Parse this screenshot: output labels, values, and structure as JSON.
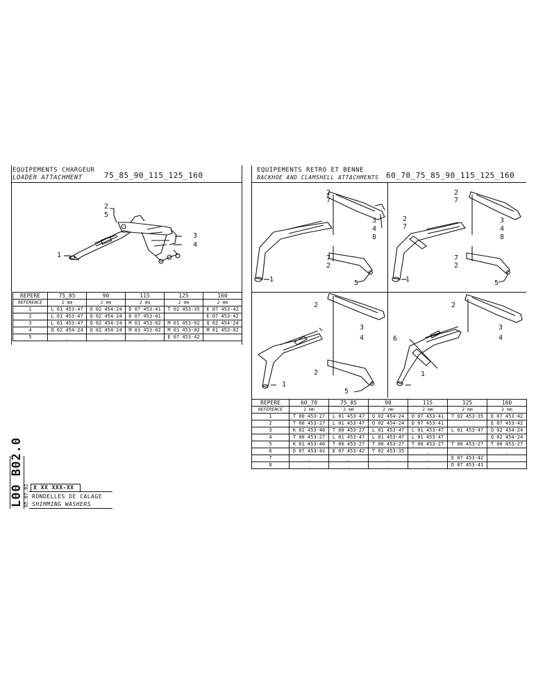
{
  "loader": {
    "title_fr": "EQUIPEMENTS  CHARGEUR",
    "title_en": "LOADER  ATTACHMENT",
    "models": "75_85_90_115_125_160",
    "callouts": [
      "1",
      "2",
      "5",
      "3",
      "4"
    ],
    "table": {
      "corner_fr": "REPERE",
      "corner_en": "REFERENCE",
      "columns": [
        "75_85",
        "90",
        "115",
        "125",
        "160"
      ],
      "unit": "2 mm",
      "rows": [
        {
          "ref": "1",
          "cells": [
            "L 01 453-47",
            "Q 02 454-24",
            "D 07 453-41",
            "T 02 453-35",
            "E 07 453-42"
          ]
        },
        {
          "ref": "2",
          "cells": [
            "L 01 453-47",
            "Q 02 454-24",
            "D 07 453-41",
            "",
            "E 07 453-42"
          ]
        },
        {
          "ref": "3",
          "cells": [
            "L 01 453-47",
            "Q 02 454-24",
            "M 01 453-02",
            "M 01 453-02",
            "Q 02 454-24"
          ]
        },
        {
          "ref": "4",
          "cells": [
            "Q 02 454-24",
            "Q 02 454-24",
            "M 01 453-02",
            "M 01 453-02",
            "M 01 453-02"
          ]
        },
        {
          "ref": "5",
          "cells": [
            "_",
            "_",
            "_",
            "E 07 453-42",
            ""
          ]
        }
      ]
    }
  },
  "backhoe": {
    "title_fr": "EQUIPEMENTS  RETRO  ET BENNE",
    "title_en": "BACKHOE  AND  CLAMSHELL  ATTACHMENTS",
    "models": "60_70_75_85_90_115_125_160",
    "panels": [
      {
        "callouts": [
          "2",
          "7",
          "3",
          "4",
          "8",
          "7",
          "2",
          "1",
          "5"
        ]
      },
      {
        "callouts": [
          "2",
          "7",
          "2",
          "7",
          "3",
          "4",
          "8",
          "7",
          "2",
          "1",
          "5"
        ]
      },
      {
        "callouts": [
          "2",
          "3",
          "4",
          "2",
          "1",
          "5"
        ]
      },
      {
        "callouts": [
          "2",
          "6",
          "3",
          "4",
          "1"
        ]
      }
    ],
    "table": {
      "corner_fr": "REPERE",
      "corner_en": "REFERENCE",
      "columns": [
        "60_70",
        "75_85",
        "90",
        "115",
        "125",
        "160"
      ],
      "unit": "2 mm",
      "rows": [
        {
          "ref": "1",
          "cells": [
            "T 00 453-27",
            "L 01 453-47",
            "Q 02 454-24",
            "D 07 453-41",
            "T 02 453-35",
            "E 07 453-42"
          ]
        },
        {
          "ref": "2",
          "cells": [
            "T 00 453-27",
            "L 01 453-47",
            "Q 02 454-24",
            "D 07 453-41",
            "",
            "E 07 453-42"
          ]
        },
        {
          "ref": "3",
          "cells": [
            "K 01 453-46",
            "T 00 453-27",
            "L 01 453-47",
            "L 01 453-47",
            "L 01 453-47",
            "Q 02 454-24"
          ]
        },
        {
          "ref": "4",
          "cells": [
            "T 00 453-27",
            "L 01 453-47",
            "L 01 453-47",
            "L 01 453-47",
            "",
            "Q 02 454-24"
          ]
        },
        {
          "ref": "5",
          "cells": [
            "K 01 453-46",
            "T 00 453-27",
            "T 00 453-27",
            "T 00 453-27",
            "T 00 453-27",
            "T 00 453-27"
          ]
        },
        {
          "ref": "6",
          "cells": [
            "D 07 453-41",
            "E 07 453-42",
            "T 02 453-35",
            "_",
            "_",
            "_"
          ]
        },
        {
          "ref": "7",
          "cells": [
            "_",
            "_",
            "_",
            "_",
            "E 07 453-42",
            ""
          ]
        },
        {
          "ref": "8",
          "cells": [
            "_",
            "_",
            "_",
            "_",
            "D 07 453-41",
            ""
          ]
        }
      ]
    }
  },
  "title_block": {
    "code": "L00 B02.0",
    "date": "05.07.82",
    "part_no": "X XX XXX-XX",
    "title_fr": "RONDELLES DE CALAGE",
    "title_en": "SHIMMING  WASHERS"
  }
}
